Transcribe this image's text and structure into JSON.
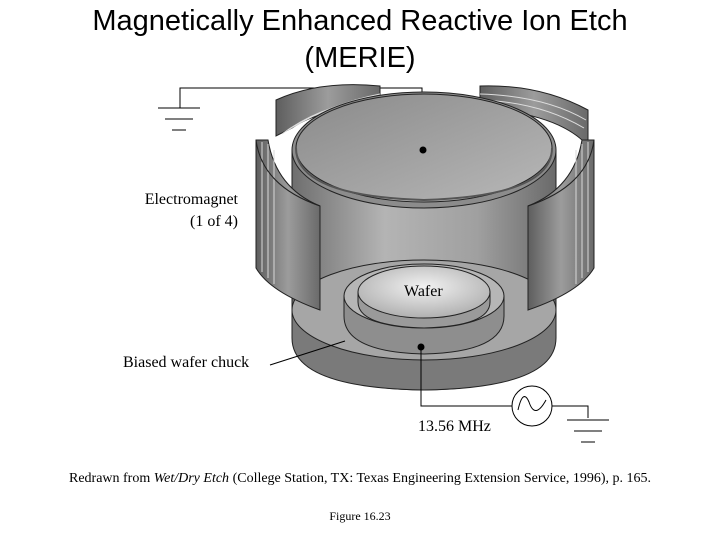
{
  "title": {
    "line1": "Magnetically Enhanced Reactive Ion Etch",
    "line2": "(MERIE)"
  },
  "labels": {
    "electromagnet_line1": "Electromagnet",
    "electromagnet_line2": "(1 of 4)",
    "wafer": "Wafer",
    "chuck": "Biased wafer chuck",
    "frequency": "13.56 MHz"
  },
  "caption": {
    "prefix": "Redrawn from ",
    "book": "Wet/Dry Etch",
    "suffix": " (College Station, TX: Texas Engineering Extension Service, 1996), p. 165."
  },
  "figure_number": "Figure 16.23",
  "colors": {
    "chamber_body": "#9a9a9a",
    "magnet": "#808080",
    "line": "#000000"
  }
}
